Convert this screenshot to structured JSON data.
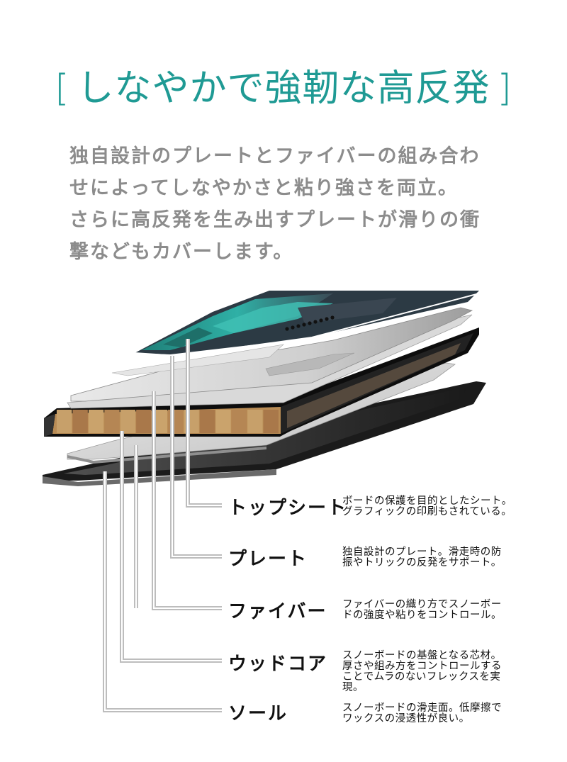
{
  "title": {
    "open_bracket": "[",
    "text": "しなやかで強靭な高反発",
    "close_bracket": "]"
  },
  "intro": {
    "lines": [
      "独自設計のプレートとファイバーの組み合わ",
      "せによってしなやかさと粘り強さを両立。",
      "さらに高反発を生み出すプレートが滑りの衝",
      "撃などもカバーします。"
    ]
  },
  "layers": [
    {
      "name": "トップシート",
      "desc": [
        "ボードの保護を目的としたシート。",
        "グラフィックの印刷もされている。"
      ]
    },
    {
      "name": "プレート",
      "desc": [
        "独自設計のプレート。滑走時の防",
        "振やトリックの反発をサポート。"
      ]
    },
    {
      "name": "ファイバー",
      "desc": [
        "ファイバーの織り方でスノーボー",
        "ドの強度や粘りをコントロール。"
      ]
    },
    {
      "name": "ウッドコア",
      "desc": [
        "スノーボードの基盤となる芯材。",
        "厚さや組み方をコントロールする",
        "ことでムラのないフレックスを実",
        "現。"
      ]
    },
    {
      "name": "ソール",
      "desc": [
        "スノーボードの滑走面。低摩擦で",
        "ワックスの浸透性が良い。"
      ]
    }
  ],
  "colors": {
    "title": "#1f9a94",
    "intro": "#8c8c8c",
    "topsheet_graphic": "#2a9b92",
    "wood": "#c19a63"
  }
}
